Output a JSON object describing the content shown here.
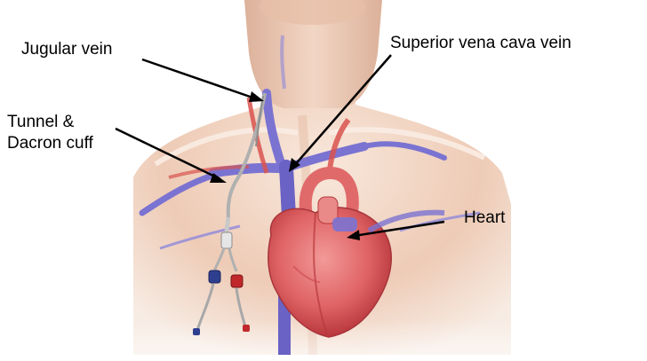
{
  "labels": {
    "jugular": "Jugular vein",
    "svc": "Superior vena cava vein",
    "tunnel_line1": "Tunnel &",
    "tunnel_line2": "Dacron cuff",
    "heart": "Heart"
  },
  "colors": {
    "skin_light": "#f6e3d6",
    "skin_mid": "#ebc3ae",
    "skin_shadow": "#d9a58c",
    "vein": "#7b73d1",
    "vein_dark": "#5a52b0",
    "artery": "#d9524f",
    "heart": "#e2676a",
    "heart_dark": "#b8373c",
    "catheter": "#b0b0b0",
    "cap_blue": "#2e3f8f",
    "cap_red": "#c0282c",
    "arrow": "#000000"
  },
  "icons": [
    "heart-illustration",
    "catheter-illustration",
    "torso-illustration"
  ]
}
